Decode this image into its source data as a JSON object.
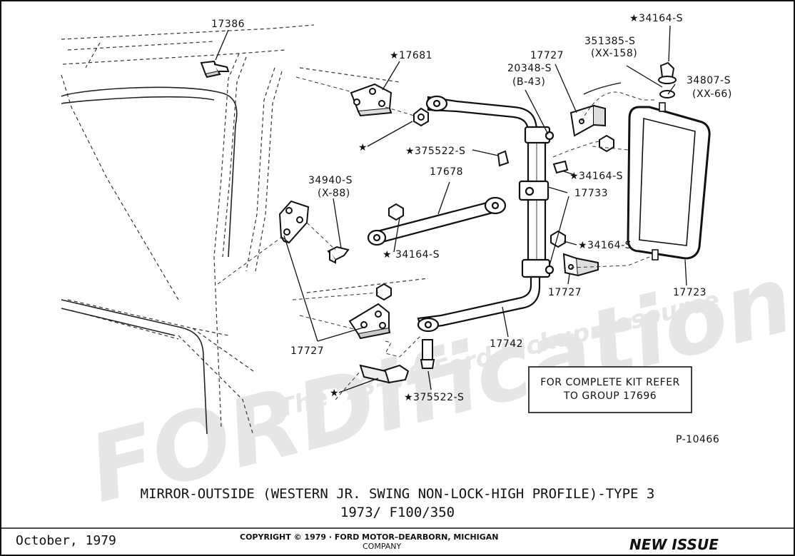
{
  "part_labels": {
    "p17386": "17386",
    "p17681": "★17681",
    "p34164_top": "★34164-S",
    "p351385": "351385-S",
    "p351385_code": "(XX-158)",
    "p17727_top": "17727",
    "p20348": "20348-S",
    "p20348_code": "(B-43)",
    "p34807": "34807-S",
    "p34807_code": "(XX-66)",
    "star_nut": "★",
    "p375522_top": "★375522-S",
    "p34164_mid_right": "★34164-S",
    "p17678": "17678",
    "p34940": "34940-S",
    "p34940_code": "(X-88)",
    "p17733": "17733",
    "p34164_mid": "★ 34164-S",
    "p34164_low_right": "★34164-S",
    "p17727_right": "17727",
    "p17723": "17723",
    "p17727_left": "17727",
    "p17742": "17742",
    "star_bolt": "★",
    "p375522_bottom": "★375522-S"
  },
  "kit_note": {
    "line1": "FOR COMPLETE KIT REFER",
    "line2": "TO GROUP 17696"
  },
  "figure_id": "P-10466",
  "title": {
    "line1": "MIRROR-OUTSIDE (WESTERN JR. SWING NON-LOCK-HIGH PROFILE)-TYPE 3",
    "line2": "1973/  F100/350"
  },
  "footer": {
    "date": "October, 1979",
    "copyright": "COPYRIGHT © 1979 · FORD MOTOR–DEARBORN, MICHIGAN",
    "company": "COMPANY",
    "issue": "NEW ISSUE"
  },
  "watermark": {
    "main": "FORDification",
    "sub": "The '73-'79 Ford Pickup Resource"
  }
}
